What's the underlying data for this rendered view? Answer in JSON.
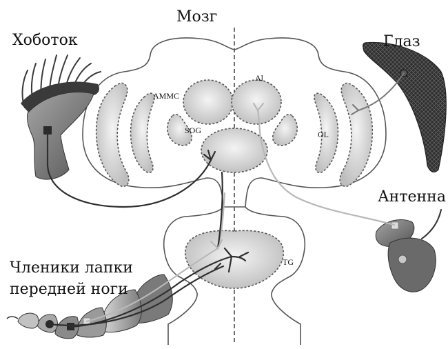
{
  "labels": {
    "brain": "Мозг",
    "proboscis": "Хоботок",
    "eye": "Глаз",
    "antenna": "Антенна",
    "tarsus_line1": "Членики лапки",
    "tarsus_line2": "передней ноги",
    "ammc": "AMMC",
    "al": "Al",
    "sog": "SOG",
    "ol": "OL",
    "tg": "TG"
  },
  "colors": {
    "region_light": "#f2f2f2",
    "region_dark": "#bdbdbd",
    "organ_dark": "#3a3a3a",
    "organ_mid": "#8a8a8a",
    "neuron_dark": "#2f2f2f",
    "neuron_light": "#b8b8b8"
  }
}
